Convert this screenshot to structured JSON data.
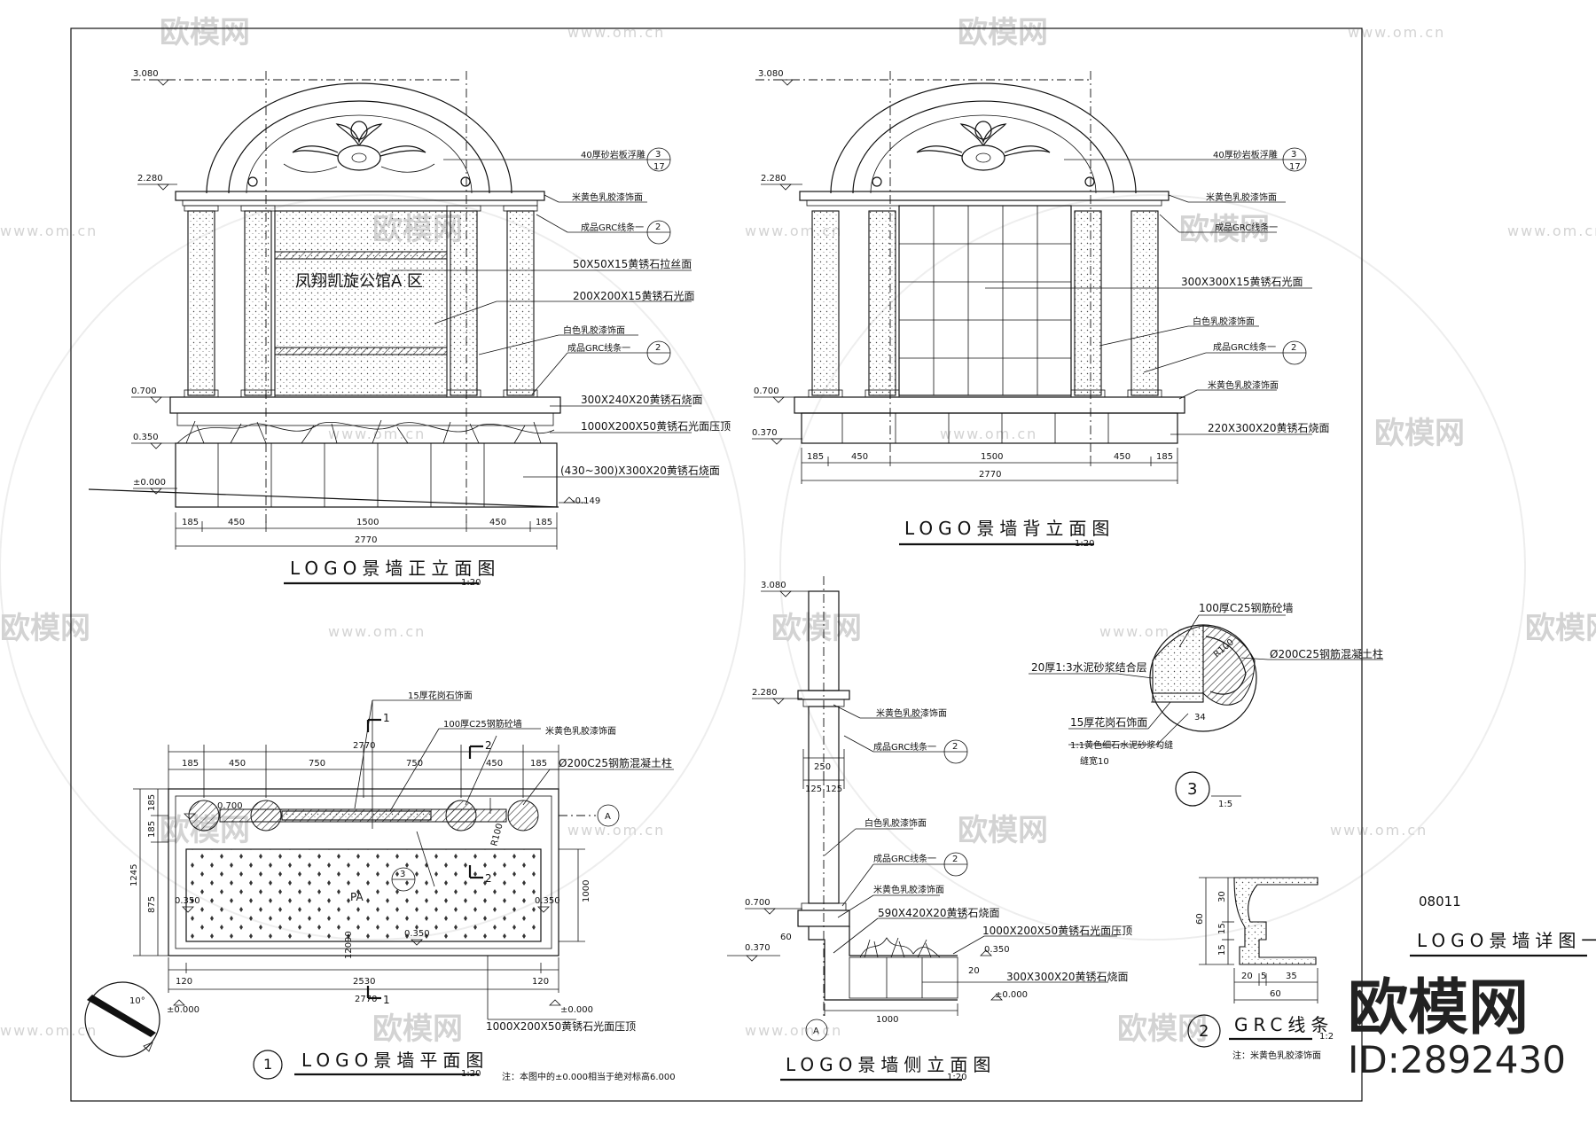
{
  "watermark": {
    "brand": "欧模网",
    "url": "www.om.cn",
    "brand_big": "欧模网",
    "id": "ID:2892430"
  },
  "front": {
    "title": "LOGO景墙正立面图",
    "scale": "1:20",
    "levels": [
      "3.080",
      "2.280",
      "0.700",
      "0.350",
      "±0.000",
      "-0.149"
    ],
    "sign": "凤翔凯旋公馆A 区",
    "notes": [
      "40厚砂岩板浮雕",
      "米黄色乳胶漆饰面",
      "成品GRC线条一",
      "50X50X15黄锈石拉丝面",
      "200X200X15黄锈石光面",
      "白色乳胶漆饰面",
      "成品GRC线条一",
      "300X240X20黄锈石烧面",
      "1000X200X50黄锈石光面压顶",
      "(430~300)X300X20黄锈石烧面"
    ],
    "dims": [
      "185",
      "450",
      "1500",
      "450",
      "185"
    ],
    "total": "2770",
    "callout_a": "3",
    "callout_a2": "17",
    "callout_b": "2"
  },
  "back": {
    "title": "LOGO景墙背立面图",
    "scale": "1:20",
    "levels": [
      "3.080",
      "2.280",
      "0.700",
      "0.370"
    ],
    "notes": [
      "40厚砂岩板浮雕",
      "米黄色乳胶漆饰面",
      "成品GRC线条一",
      "300X300X15黄锈石光面",
      "白色乳胶漆饰面",
      "成品GRC线条一",
      "米黄色乳胶漆饰面",
      "220X300X20黄锈石烧面"
    ],
    "dims": [
      "185",
      "450",
      "1500",
      "450",
      "185"
    ],
    "total": "2770"
  },
  "plan": {
    "title": "LOGO景墙平面图",
    "scale": "1:20",
    "number": "1",
    "note": "注：本图中的±0.000相当于绝对标高6.000",
    "labels": [
      "15厚花岗石饰面",
      "100厚C25钢筋砼墙",
      "米黄色乳胶漆饰面",
      "Ø200C25钢筋混凝土柱"
    ],
    "dims_top": [
      "185",
      "450",
      "750",
      "750",
      "450",
      "185"
    ],
    "total_top": "2770",
    "dims_bottom": [
      "120",
      "2530",
      "120"
    ],
    "total_bottom": "2770",
    "dims_left": [
      "185",
      "185",
      "1245",
      "875"
    ],
    "dim_right": "1000",
    "sections": [
      "1",
      "2"
    ],
    "levels": [
      "0.700",
      "0.350",
      "0.350",
      "0.350",
      "±0.000",
      "±0.000"
    ],
    "pa": "PA",
    "r100": "R100",
    "d120": "120",
    "d90": "90",
    "axis": "A",
    "north": "10°",
    "coping": "1000X200X50黄锈石光面压顶",
    "callout": "3"
  },
  "side": {
    "title": "LOGO景墙侧立面图",
    "scale": "1:20",
    "levels": [
      "3.080",
      "2.280",
      "0.700",
      "0.370",
      "0.350",
      "±0.000"
    ],
    "notes": [
      "米黄色乳胶漆饰面",
      "成品GRC线条一",
      "白色乳胶漆饰面",
      "成品GRC线条一",
      "米黄色乳胶漆饰面",
      "590X420X20黄锈石烧面",
      "1000X200X50黄锈石光面压顶",
      "300X300X20黄锈石烧面"
    ],
    "dims": [
      "250",
      "125",
      "125"
    ],
    "d60": "60",
    "d20": "20",
    "width": "1000",
    "axis": "A"
  },
  "detail3": {
    "number": "3",
    "scale": "1:5",
    "notes": [
      "100厚C25钢筋砼墙",
      "Ø200C25钢筋混凝土柱",
      "20厚1:3水泥砂浆结合层",
      "15厚花岗石饰面",
      "1:1黄色细石水泥砂浆勾缝",
      "缝宽10"
    ],
    "r": "R100",
    "w": "34"
  },
  "grc": {
    "number": "2",
    "title": "GRC线条",
    "scale": "1:2",
    "note": "注：米黄色乳胶漆饰面",
    "dims_v": [
      "60",
      "30",
      "15",
      "15"
    ],
    "dims_h": [
      "20",
      "5",
      "35"
    ],
    "total": "60"
  },
  "sheet": {
    "code": "08011",
    "name": "LOGO景墙详图一"
  }
}
